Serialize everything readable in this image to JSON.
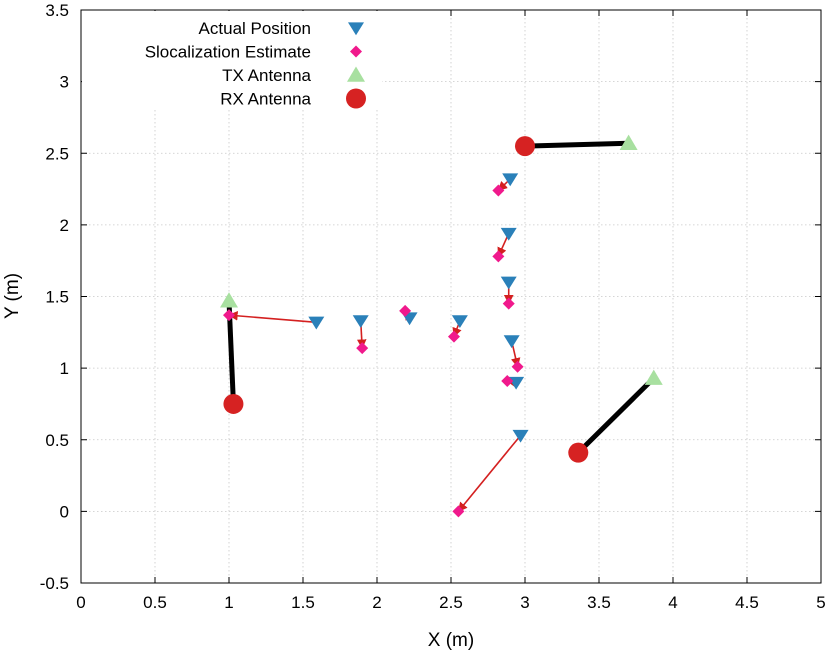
{
  "chart_data": {
    "type": "scatter",
    "title": "",
    "xlabel": "X (m)",
    "ylabel": "Y (m)",
    "xlim": [
      0,
      5
    ],
    "ylim": [
      -0.5,
      3.5
    ],
    "xticks": [
      "0",
      "0.5",
      "1",
      "1.5",
      "2",
      "2.5",
      "3",
      "3.5",
      "4",
      "4.5",
      "5"
    ],
    "yticks": [
      "-0.5",
      "0",
      "0.5",
      "1",
      "1.5",
      "2",
      "2.5",
      "3",
      "3.5"
    ],
    "grid": true,
    "legend_position": "top-left",
    "legend": [
      {
        "label": "Actual Position",
        "marker": "triangle-down",
        "color": "#2a80b9"
      },
      {
        "label": "Slocalization Estimate",
        "marker": "diamond",
        "color": "#f0198c"
      },
      {
        "label": "TX Antenna",
        "marker": "triangle-up",
        "color": "#a8e0a0"
      },
      {
        "label": "RX Antenna",
        "marker": "circle",
        "color": "#d62222"
      }
    ],
    "series": [
      {
        "name": "Actual Position",
        "x": [
          1.59,
          1.89,
          2.22,
          2.56,
          2.9,
          2.89,
          2.89,
          2.91,
          2.94,
          2.97
        ],
        "y": [
          1.32,
          1.33,
          1.35,
          1.33,
          2.32,
          1.94,
          1.6,
          1.19,
          0.9,
          0.53
        ]
      },
      {
        "name": "Slocalization Estimate",
        "x": [
          1.0,
          1.9,
          2.19,
          2.52,
          2.82,
          2.82,
          2.89,
          2.95,
          2.88,
          2.55
        ],
        "y": [
          1.37,
          1.14,
          1.4,
          1.22,
          2.24,
          1.78,
          1.45,
          1.01,
          0.91,
          0.0
        ]
      },
      {
        "name": "TX Antenna",
        "x": [
          1.0,
          3.7,
          3.87
        ],
        "y": [
          1.47,
          2.57,
          0.93
        ]
      },
      {
        "name": "RX Antenna",
        "x": [
          1.03,
          3.0,
          3.36
        ],
        "y": [
          0.75,
          2.55,
          0.41
        ]
      }
    ],
    "error_arrows": {
      "color": "#d42020",
      "from": "Actual Position",
      "to": "Slocalization Estimate"
    },
    "antenna_links": [
      {
        "tx": [
          1.0,
          1.47
        ],
        "rx": [
          1.03,
          0.75
        ]
      },
      {
        "tx": [
          3.7,
          2.57
        ],
        "rx": [
          3.0,
          2.55
        ]
      },
      {
        "tx": [
          3.87,
          0.93
        ],
        "rx": [
          3.36,
          0.41
        ]
      }
    ]
  }
}
